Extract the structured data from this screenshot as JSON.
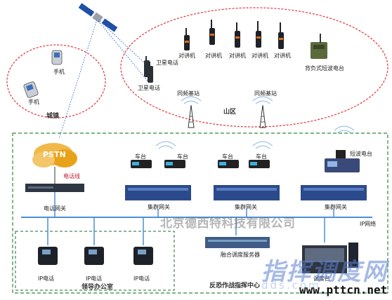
{
  "labels": {
    "phone_1": "手机",
    "phone_2": "手机",
    "town": "城镇",
    "sat_phone_1": "卫星电话",
    "sat_phone_2": "卫星电话",
    "walkie_1": "对讲机",
    "walkie_2": "对讲机",
    "walkie_3": "对讲机",
    "walkie_4": "对讲机",
    "walkie_5": "对讲机",
    "backpack_radio": "背负式短波电台",
    "base_station_1": "同频基站",
    "base_station_2": "同频基站",
    "mountain": "山区",
    "pstn": "PSTN",
    "phone_line": "电话线",
    "voice_gateway": "电话网关",
    "car_radio_1": "车台",
    "car_radio_2": "车台",
    "car_radio_3": "车台",
    "car_radio_4": "车台",
    "shortwave_radio": "短波电台",
    "cluster_gateway_1": "集群网关",
    "cluster_gateway_2": "集群网关",
    "cluster_gateway_3": "集群网关",
    "ip_network": "IP网络",
    "fusion_server": "融合调度服务器",
    "ip_phone_1": "IP电话",
    "ip_phone_2": "IP电话",
    "ip_phone_3": "IP电话",
    "leader_office": "领导办公室",
    "command_center": "反恐作战指挥中心",
    "console": "调度台"
  },
  "watermark": "北京德西特科技有限公司",
  "brand": {
    "name_cn": "指挥调度网",
    "name_en": "dds.com",
    "url": "www.pttcn.net"
  },
  "colors": {
    "town_ellipse": "#e0323c",
    "mountain_ellipse": "#e0323c",
    "dashed_box": "#2e8b3a",
    "office_box": "#1a6b2a",
    "network_line": "#4a8fd6",
    "satellite_link": "#3a6fd0",
    "pstn_accent": "#e8a21a"
  }
}
